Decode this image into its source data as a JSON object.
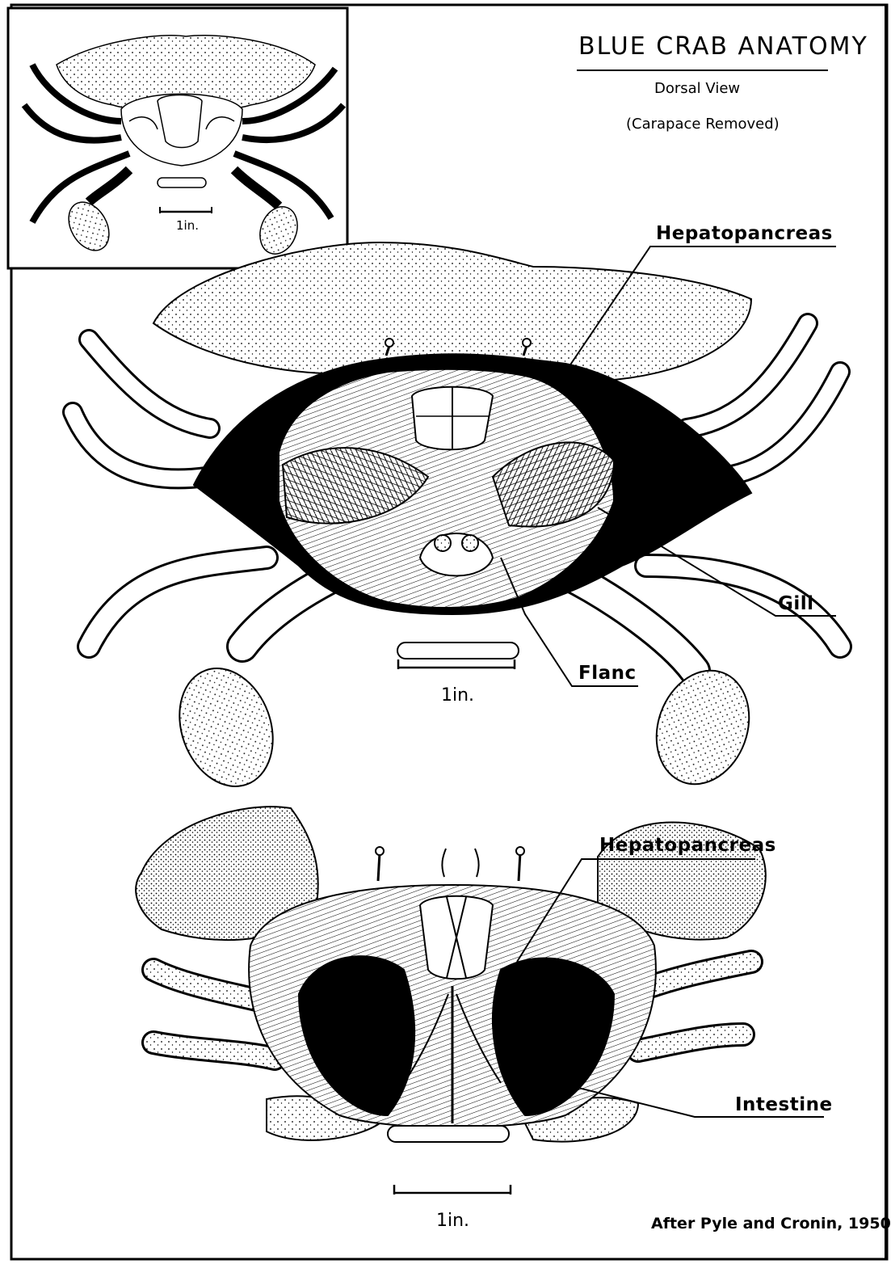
{
  "title": "BLUE CRAB ANATOMY",
  "subtitle_view": "Dorsal View",
  "subtitle_note": "(Carapace Removed)",
  "inset": {
    "scale_label": "1in."
  },
  "upper_figure": {
    "labels": {
      "hepatopancreas": "Hepatopancreas",
      "gill": "Gill",
      "flanc": "Flanc"
    },
    "scale_label": "1in."
  },
  "lower_figure": {
    "labels": {
      "hepatopancreas": "Hepatopancreas",
      "intestine": "Intestine"
    },
    "scale_label": "1in."
  },
  "credit": "After Pyle and Cronin, 1950",
  "colors": {
    "ink": "#000000",
    "paper": "#ffffff"
  }
}
